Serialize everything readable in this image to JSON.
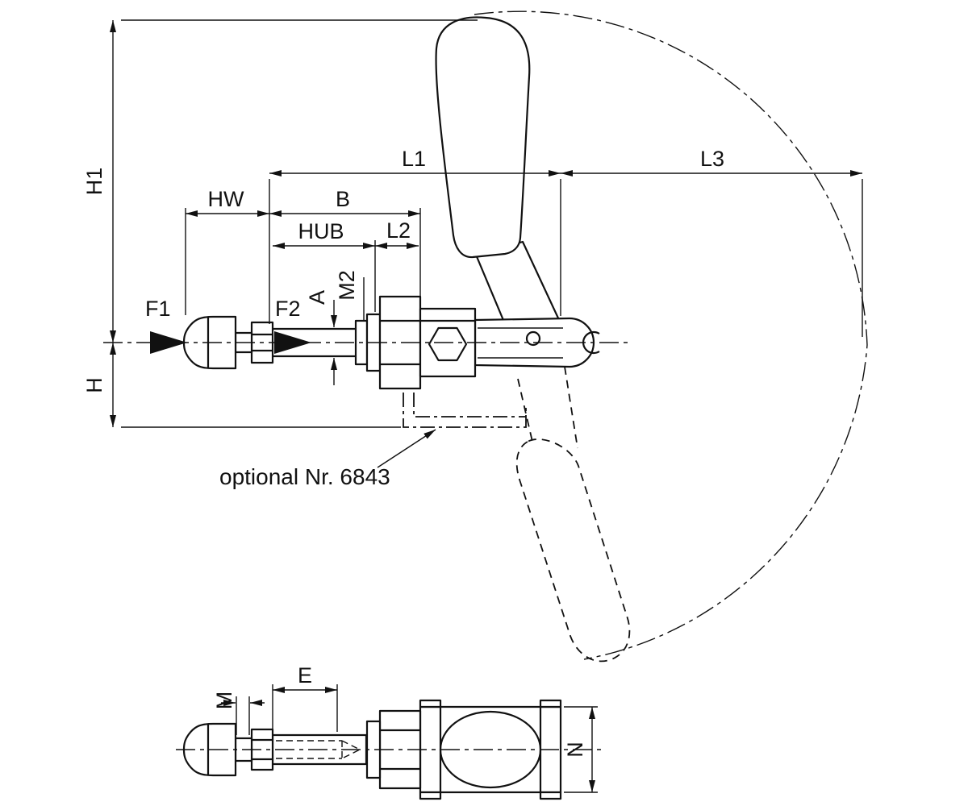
{
  "meta": {
    "background": "#ffffff",
    "ink": "#111111",
    "drawing_type": "toggle clamp technical drawing, side view and plan view"
  },
  "side_view": {
    "dims": {
      "h1": "H1",
      "h": "H",
      "hw": "HW",
      "b": "B",
      "hub": "HUB",
      "l2": "L2",
      "l1": "L1",
      "l3": "L3",
      "a": "A",
      "m2": "M2"
    },
    "forces": {
      "f1": "F1",
      "f2": "F2"
    },
    "note": "optional Nr. 6843"
  },
  "plan_view": {
    "dims": {
      "m": "M",
      "e": "E",
      "n": "N"
    }
  }
}
